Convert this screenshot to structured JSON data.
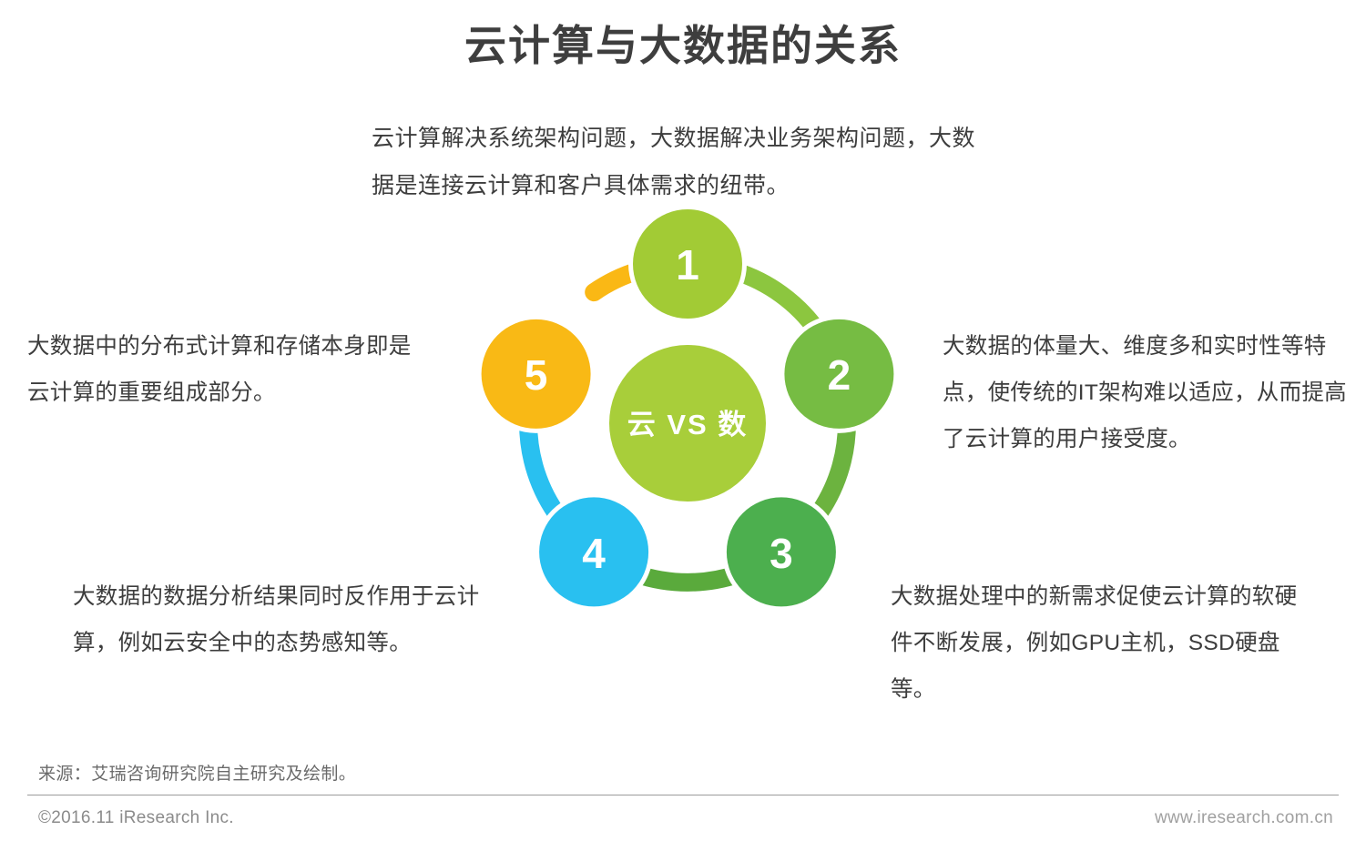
{
  "header": {
    "title": "云计算与大数据的关系",
    "subtitle": "云计算解决系统架构问题，大数据解决业务架构问题，大数据是连接云计算和客户具体需求的纽带。"
  },
  "diagram": {
    "hub_label": "云 VS 数",
    "hub_color": "#a8ce3a",
    "nodes": [
      {
        "number": "1",
        "color": "#a2cb35",
        "arc_color": "#8cc63f"
      },
      {
        "number": "2",
        "color": "#76bc43",
        "arc_color": "#6cb33f"
      },
      {
        "number": "3",
        "color": "#4caf4e",
        "arc_color": "#5aaa3c"
      },
      {
        "number": "4",
        "color": "#29c0f0",
        "arc_color": "#29c0f0"
      },
      {
        "number": "5",
        "color": "#f9b915",
        "arc_color": "#fab815"
      }
    ],
    "descriptions": {
      "item2": "大数据的体量大、维度多和实时性等特点，使传统的IT架构难以适应，从而提高了云计算的用户接受度。",
      "item3": "大数据处理中的新需求促使云计算的软硬件不断发展，例如GPU主机，SSD硬盘等。",
      "item4": "大数据的数据分析结果同时反作用于云计算，例如云安全中的态势感知等。",
      "item5": "大数据中的分布式计算和存储本身即是云计算的重要组成部分。"
    }
  },
  "footer": {
    "source": "来源：艾瑞咨询研究院自主研究及绘制。",
    "copyright": "©2016.11 iResearch Inc.",
    "website": "www.iresearch.com.cn"
  }
}
